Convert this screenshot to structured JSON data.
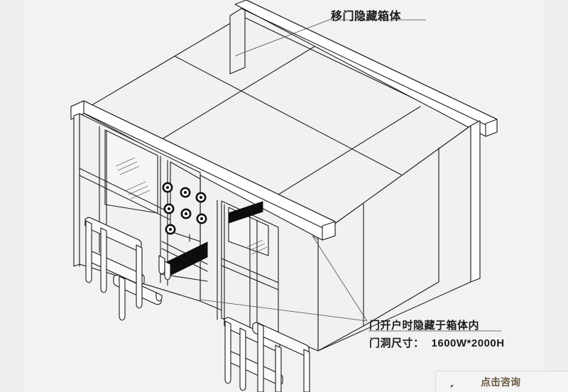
{
  "page": {
    "background_color": "#f1f2f3",
    "edge_strip_color": "#eceef0",
    "line_color": "#1b1b1b"
  },
  "diagram": {
    "type": "isometric-technical-drawing",
    "subject": "air-shower-clean-room-with-sliding-door",
    "callouts": [
      {
        "id": "top",
        "text": "移门隐藏箱体",
        "underline": true,
        "leader_from": [
          466,
          27
        ],
        "leader_to": [
          338,
          76
        ]
      },
      {
        "id": "bottom-1",
        "text": "门开户时隐藏于箱体内",
        "underline": true,
        "leader_from": [
          517,
          452
        ],
        "leader_to": [
          440,
          332
        ]
      },
      {
        "id": "bottom-2",
        "label": "门洞尺寸：",
        "value": "1600W*2000H",
        "underline": false,
        "leader_from": [
          517,
          452
        ],
        "leader_to": [
          282,
          422
        ]
      }
    ],
    "features": {
      "nozzle_count": 7,
      "glass_reflection_clusters": 4,
      "vent_grilles": 2,
      "handrails": 2,
      "roof_panel_lines": 3
    }
  },
  "chat_widget": {
    "label": "点击咨询",
    "icon": "speech-bubble-icon",
    "icon_color": "#5b6576",
    "text_color": "#6a5a42",
    "background_color": "#f4f4f4"
  }
}
